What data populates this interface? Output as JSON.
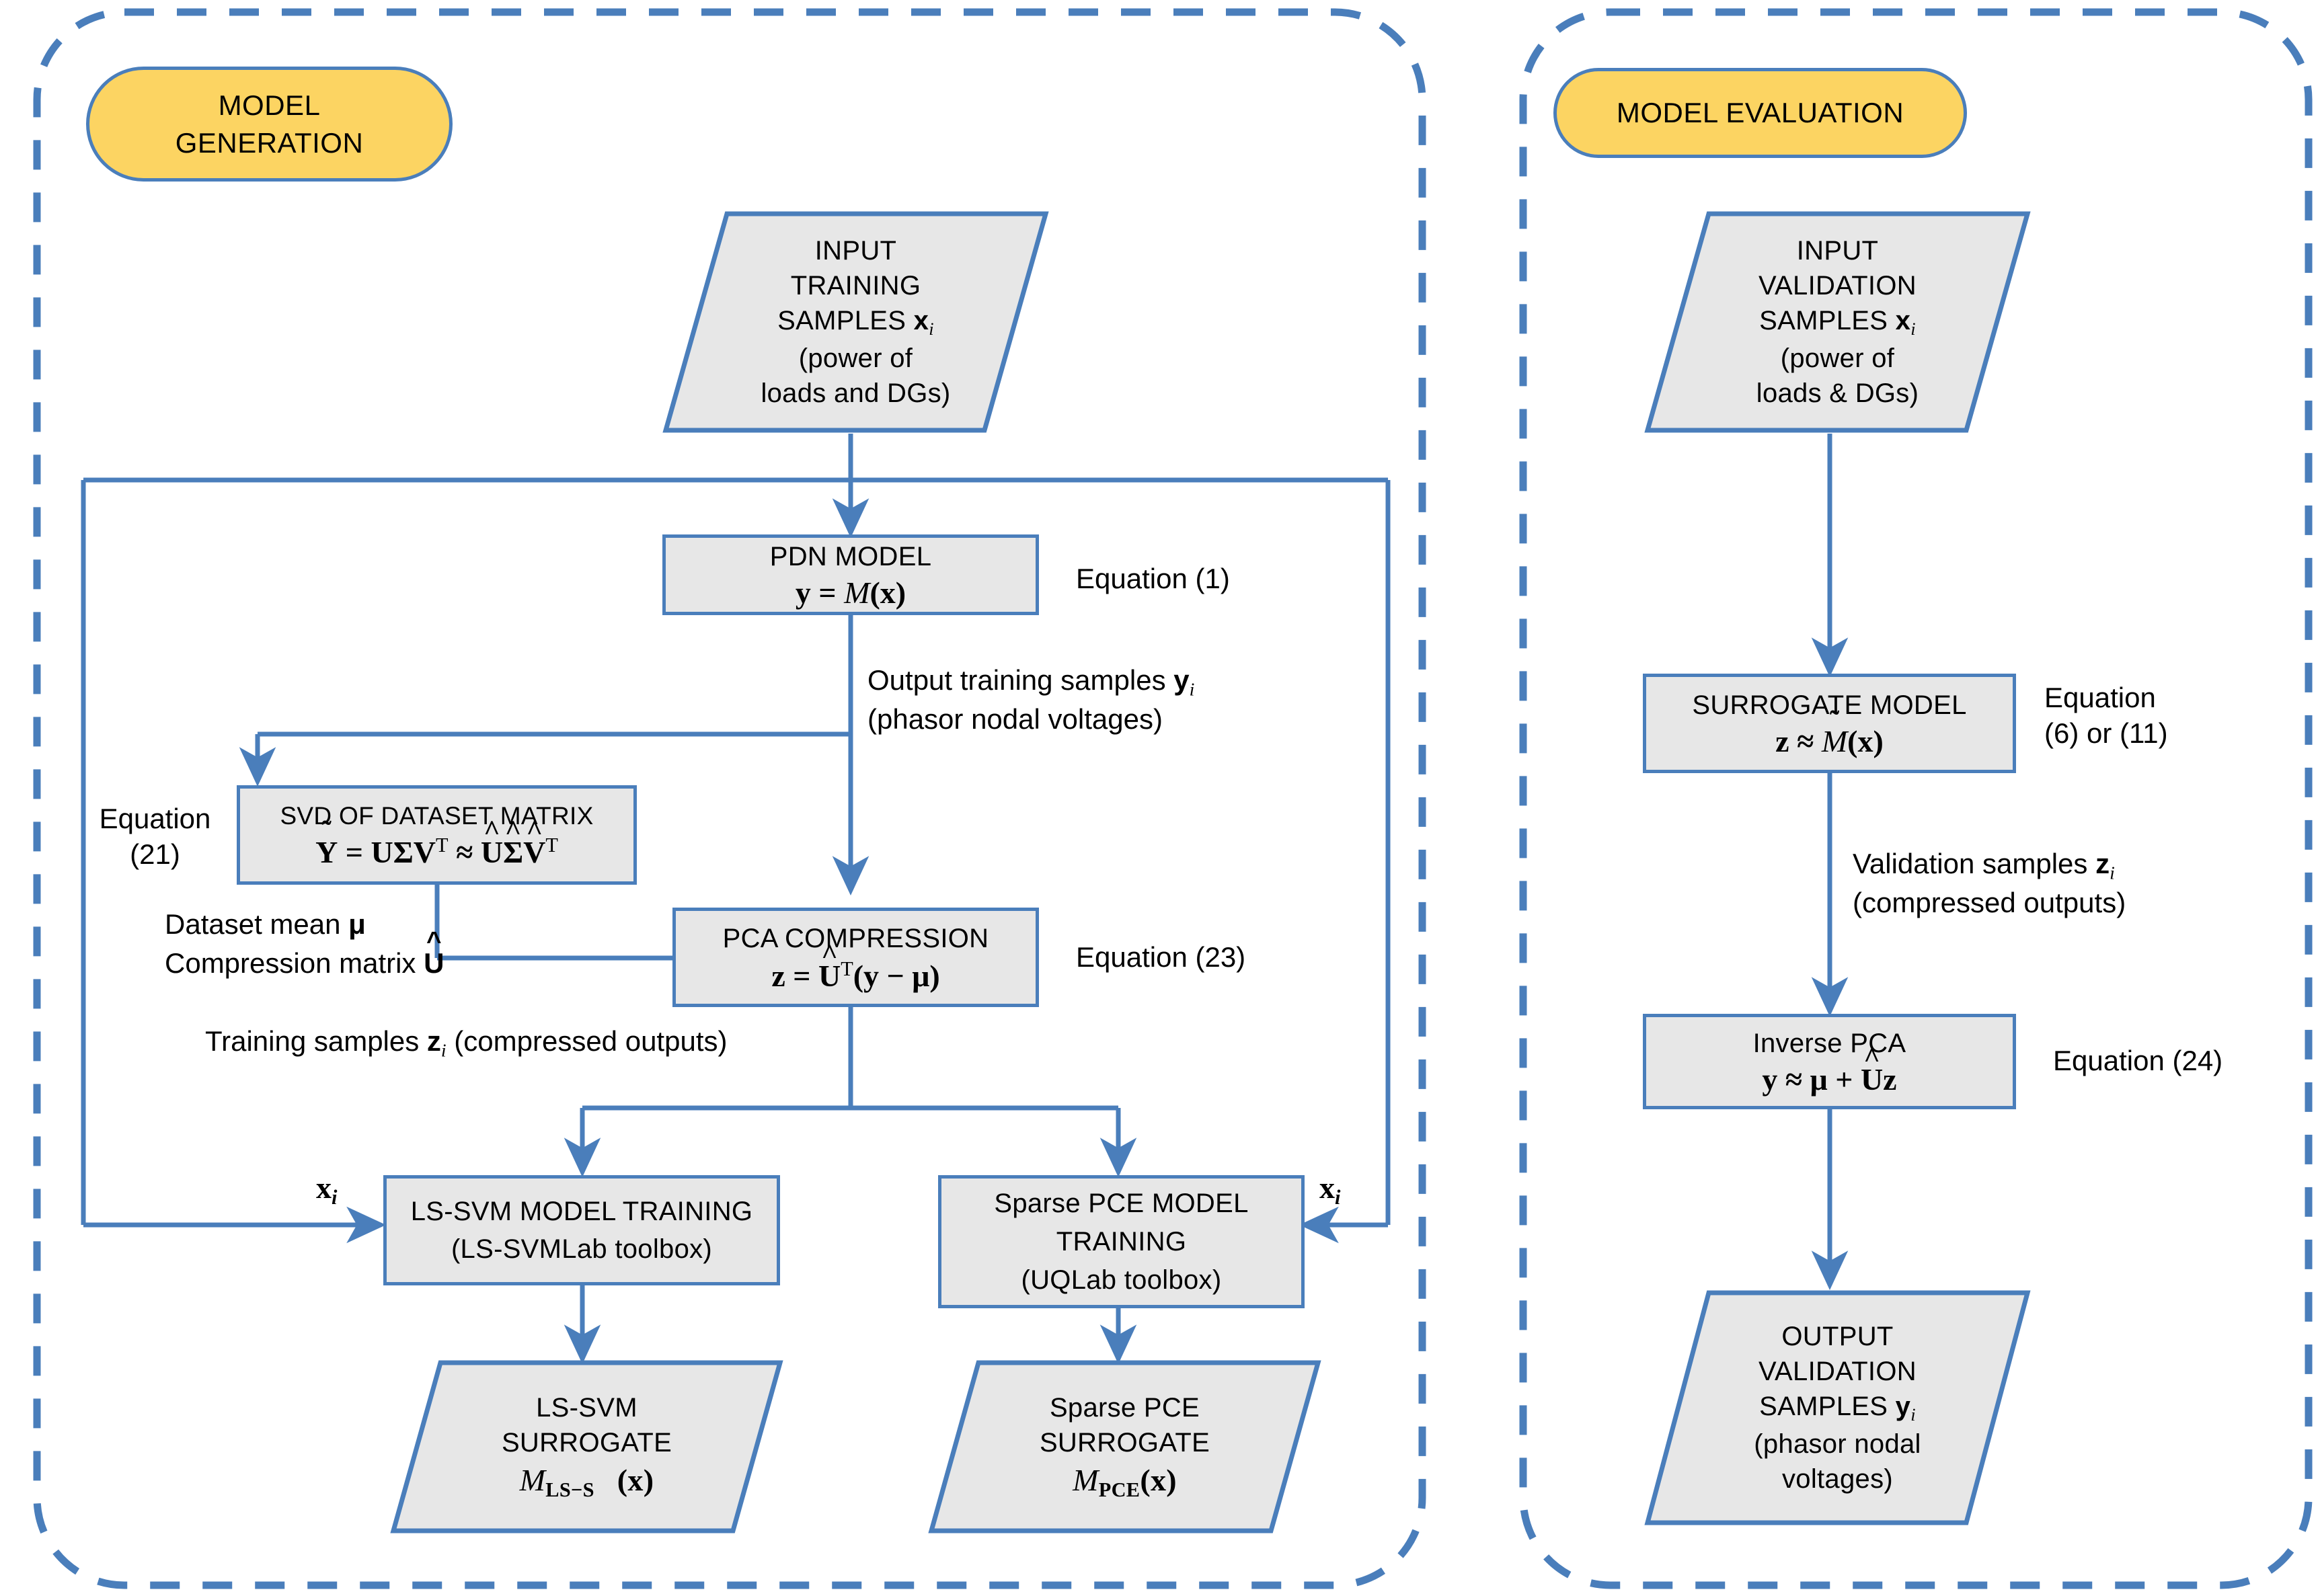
{
  "colors": {
    "stroke": "#4a7ebb",
    "fill": "#e7e7e7",
    "pill_fill": "#fcd462",
    "page_bg": "#ffffff"
  },
  "panels": [
    {
      "id": "model-generation",
      "title_line1": "MODEL",
      "title_line2": "GENERATION"
    },
    {
      "id": "model-evaluation",
      "title_line1": "MODEL EVALUATION",
      "title_line2": ""
    }
  ],
  "generation": {
    "input_samples": {
      "line1": "INPUT",
      "line2": "TRAINING",
      "line3_pre": "SAMPLES ",
      "line3_sym": "x",
      "line3_sub": "i",
      "line4": "(power of",
      "line5": "loads and DGs)"
    },
    "pdn_model": {
      "title": "PDN MODEL",
      "eq_lhs": "y",
      "eq_rel": " = ",
      "eq_cal": "M",
      "eq_arg": "(x)",
      "equation_ref": "Equation (1)"
    },
    "output_samples_label": {
      "line1_pre": "Output training samples ",
      "line1_sym": "y",
      "line1_sub": "i",
      "line2": "(phasor nodal voltages)"
    },
    "svd": {
      "title": "SVD OF DATASET MATRIX",
      "eq_y": "Y",
      "eq_mid": " = UΣV",
      "eq_supT1": "T",
      "eq_approx": " ≈ ",
      "eq_u": "U",
      "eq_s": "Σ",
      "eq_v": "V",
      "eq_supT2": "T",
      "equation_ref_line1": "Equation",
      "equation_ref_line2": "(21)"
    },
    "dataset_mean_label": {
      "text_pre": "Dataset mean ",
      "text_sym": "μ"
    },
    "compression_matrix_label": {
      "text_pre": "Compression matrix ",
      "text_sym": "U"
    },
    "pca": {
      "title": "PCA COMPRESSION",
      "eq_z": "z",
      "eq_rel": " = ",
      "eq_u": "U",
      "eq_supT": "T",
      "eq_rest": "(y − μ)",
      "equation_ref": "Equation (23)"
    },
    "training_samples_label": {
      "pre": "Training samples ",
      "sym": "z",
      "sub": "i",
      "post": " (compressed outputs)"
    },
    "lssvm_training": {
      "line1": "LS-SVM MODEL TRAINING",
      "line2": "(LS-SVMLab toolbox)",
      "input_sym": "x",
      "input_sub": "i"
    },
    "pce_training": {
      "line1": "Sparse PCE MODEL",
      "line2": "TRAINING",
      "line3": "(UQLab toolbox)",
      "input_sym": "x",
      "input_sub": "i"
    },
    "lssvm_surrogate": {
      "line1": "LS-SVM",
      "line2": "SURROGATE",
      "eq_cal": "M",
      "eq_sub": "LS−S",
      "eq_arg": "(x)"
    },
    "pce_surrogate": {
      "line1": "Sparse PCE",
      "line2": "SURROGATE",
      "eq_cal": "M",
      "eq_sub": "PCE",
      "eq_arg": "(x)"
    }
  },
  "evaluation": {
    "input_samples": {
      "line1": "INPUT",
      "line2": "VALIDATION",
      "line3_pre": "SAMPLES ",
      "line3_sym": "x",
      "line3_sub": "i",
      "line4": "(power of",
      "line5": "loads & DGs)"
    },
    "surrogate_model": {
      "title": "SURROGATE MODEL",
      "eq_z": "z",
      "eq_rel": " ≈ ",
      "eq_cal": "M",
      "eq_arg": "(x)",
      "equation_ref_line1": "Equation",
      "equation_ref_line2": "(6) or (11)"
    },
    "validation_samples_label": {
      "line1_pre": "Validation samples ",
      "line1_sym": "z",
      "line1_sub": "i",
      "line2": "(compressed outputs)"
    },
    "inverse_pca": {
      "title": "Inverse PCA",
      "eq_y": "y",
      "eq_rel": " ≈ μ + ",
      "eq_u": "U",
      "eq_z": "z",
      "equation_ref": "Equation (24)"
    },
    "output_samples": {
      "line1": "OUTPUT",
      "line2": "VALIDATION",
      "line3_pre": "SAMPLES ",
      "line3_sym": "y",
      "line3_sub": "i",
      "line4": "(phasor nodal",
      "line5": "voltages)"
    }
  }
}
